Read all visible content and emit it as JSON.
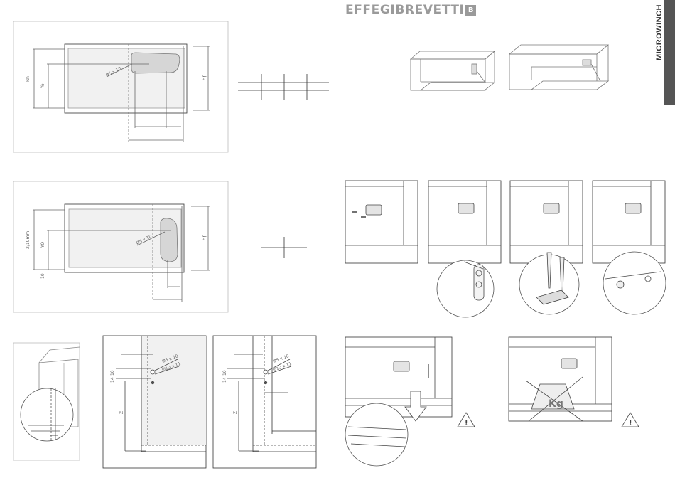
{
  "brand": {
    "name": "EFFEGIBREVETTI",
    "mark": "B"
  },
  "side_tab": {
    "label": "MICROWINCH"
  },
  "diagram_top": {
    "label_h": "Rh",
    "label_y": "Yo",
    "label_hp": "Hp",
    "hole_label": "Ø5 x 10"
  },
  "diagram_mid": {
    "label_dim": "2/10mm",
    "label_yo": "YO",
    "label_hp": "Hp",
    "hole_label": "Ø5 x 10",
    "small_dim": "10"
  },
  "section_left": {
    "hole1": "Ø5 x 10",
    "hole2": "Ø10 x 11",
    "dim_a": "10",
    "dim_b": "14",
    "label_z": "Z"
  },
  "section_right": {
    "hole1": "Ø5 x 10",
    "hole2": "Ø10 x 11",
    "dim_a": "10",
    "dim_b": "14",
    "label_z": "Z"
  },
  "weight_label": "Kg",
  "warning_symbol": "!"
}
